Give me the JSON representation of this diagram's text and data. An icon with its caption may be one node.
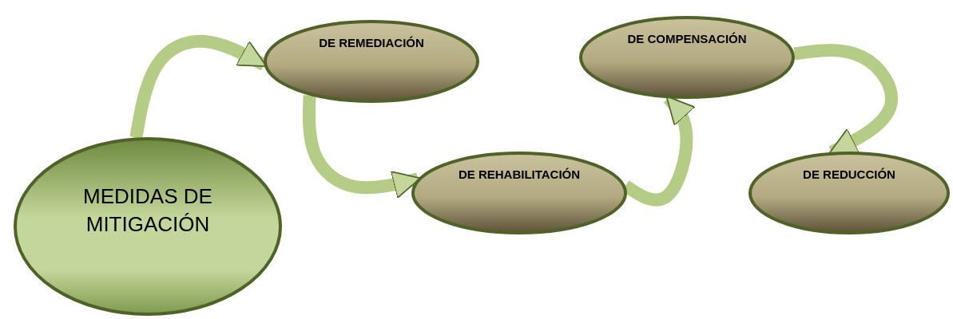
{
  "diagram": {
    "nodes": [
      {
        "text": [
          "MEDIDAS DE MITIGACIÓN"
        ]
      },
      {
        "text": [
          "DE REMEDIACIÓN"
        ]
      },
      {
        "text": [
          "DE REHABILITACIÓN"
        ]
      },
      {
        "text": [
          "DE COMPENSACIÓN"
        ]
      },
      {
        "text": [
          "DE REDUCCIÓN"
        ]
      }
    ],
    "edges": [
      {
        "from": 0,
        "to": 1,
        "arrow": "to"
      },
      {
        "from": 1,
        "to": 2,
        "arrow": "to"
      },
      {
        "from": 2,
        "to": 3,
        "arrow": "to"
      },
      {
        "from": 3,
        "to": 4,
        "arrow": "to"
      }
    ]
  }
}
